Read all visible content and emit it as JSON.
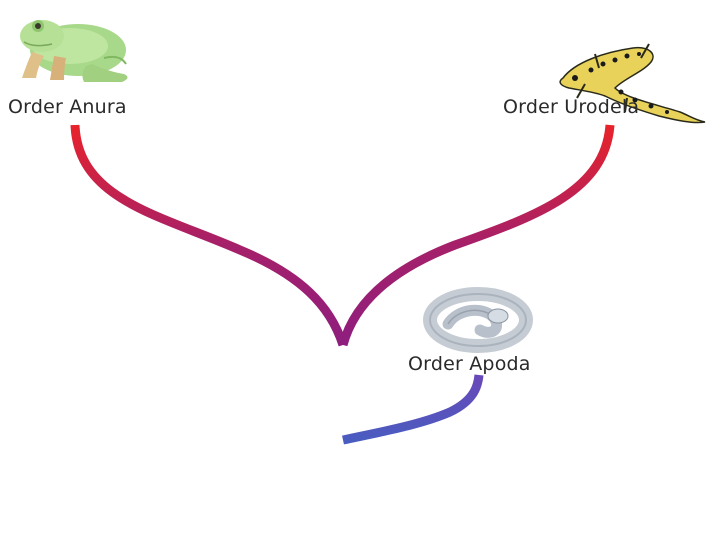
{
  "tree": {
    "colors": {
      "tip": "#e8232a",
      "mid": "#8e1e7e",
      "root": "#1a7fd0"
    },
    "taxa": [
      {
        "label": "Order Anura",
        "icon": "frog-icon"
      },
      {
        "label": "Order Urodela",
        "icon": "salamander-icon"
      },
      {
        "label": "Order Apoda",
        "icon": "caecilian-icon"
      }
    ]
  }
}
